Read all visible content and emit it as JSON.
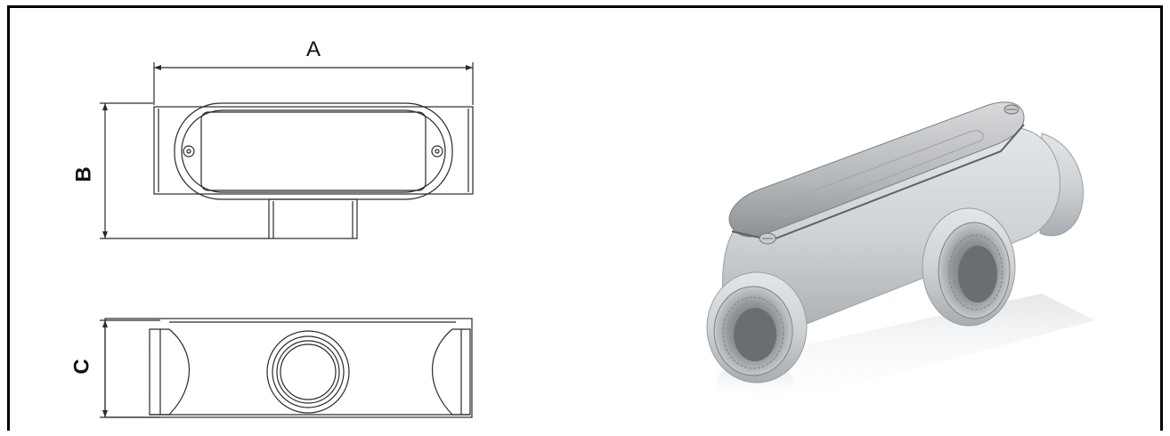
{
  "labels": {
    "dim_a": "A",
    "dim_b": "B",
    "dim_c": "C"
  },
  "colors": {
    "frame": "#000000",
    "line": "#2a2a2a",
    "metal_cover": "#b9bcbf",
    "body_gray": "#d4d8db",
    "background": "#ffffff"
  }
}
